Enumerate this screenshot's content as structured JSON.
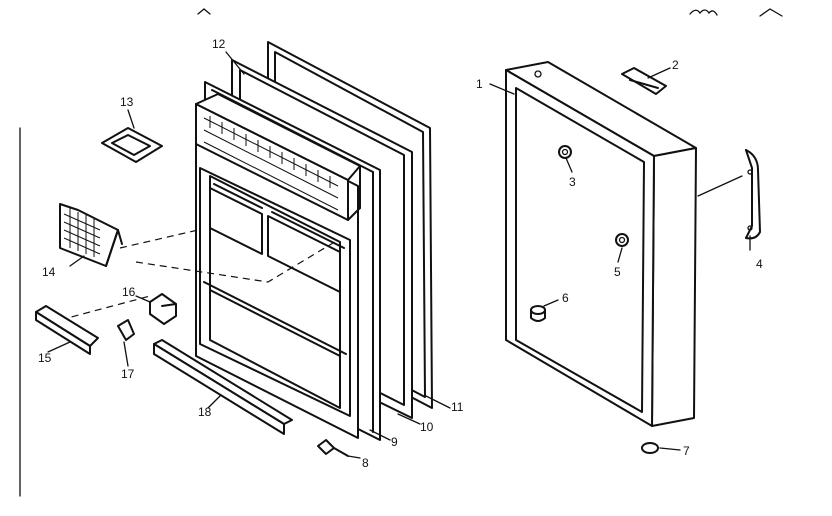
{
  "callouts": [
    {
      "id": "1",
      "label": "1"
    },
    {
      "id": "2",
      "label": "2"
    },
    {
      "id": "3",
      "label": "3"
    },
    {
      "id": "4",
      "label": "4"
    },
    {
      "id": "5",
      "label": "5"
    },
    {
      "id": "6",
      "label": "6"
    },
    {
      "id": "7",
      "label": "7"
    },
    {
      "id": "8",
      "label": "8"
    },
    {
      "id": "9",
      "label": "9"
    },
    {
      "id": "10",
      "label": "10"
    },
    {
      "id": "11",
      "label": "11"
    },
    {
      "id": "12",
      "label": "12"
    },
    {
      "id": "13",
      "label": "13"
    },
    {
      "id": "14",
      "label": "14"
    },
    {
      "id": "15",
      "label": "15"
    },
    {
      "id": "16",
      "label": "16"
    },
    {
      "id": "17",
      "label": "17"
    },
    {
      "id": "18",
      "label": "18"
    }
  ],
  "colors": {
    "line": "#111111",
    "background": "#ffffff"
  }
}
